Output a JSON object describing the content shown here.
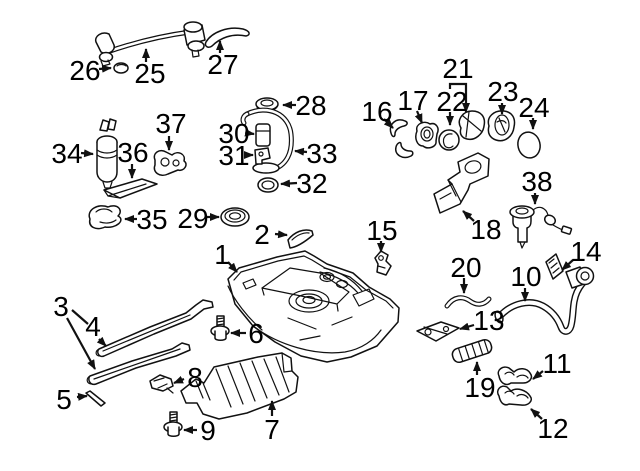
{
  "diagram": {
    "background_color": "#ffffff",
    "line_color": "#000000",
    "callouts": [
      "1",
      "2",
      "3",
      "4",
      "5",
      "6",
      "7",
      "8",
      "9",
      "10",
      "11",
      "12",
      "13",
      "14",
      "15",
      "16",
      "17",
      "18",
      "19",
      "20",
      "21",
      "22",
      "23",
      "24",
      "25",
      "26",
      "27",
      "28",
      "29",
      "30",
      "31",
      "32",
      "33",
      "34",
      "35",
      "36",
      "37",
      "38"
    ]
  }
}
